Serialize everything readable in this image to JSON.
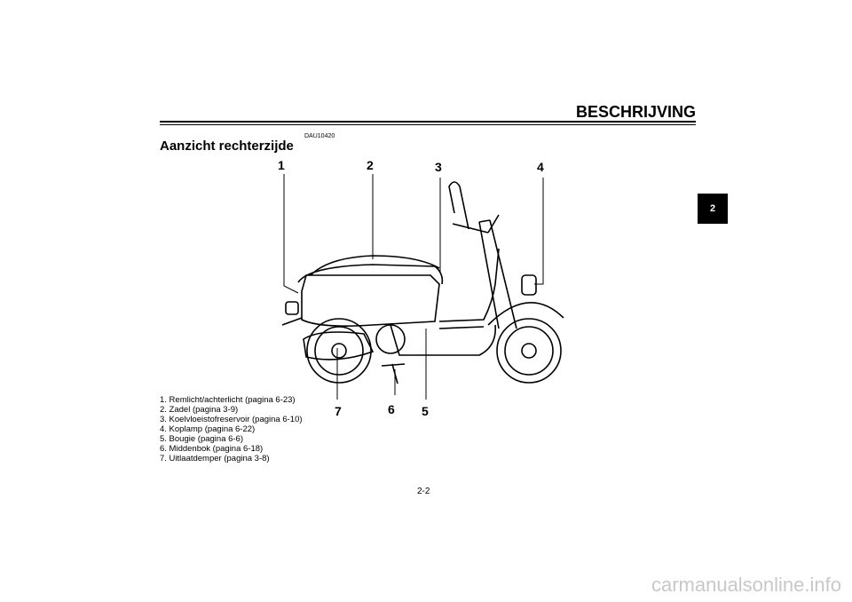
{
  "header": {
    "title": "BESCHRIJVING"
  },
  "chapter_tab": "2",
  "doc_code": "DAU10420",
  "section_title": "Aanzicht rechterzijde",
  "callouts": [
    "1",
    "2",
    "3",
    "4",
    "5",
    "6",
    "7"
  ],
  "legend": [
    "1. Remlicht/achterlicht (pagina 6-23)",
    "2. Zadel (pagina 3-9)",
    "3. Koelvloeistofreservoir (pagina 6-10)",
    "4. Koplamp (pagina 6-22)",
    "5. Bougie (pagina 6-6)",
    "6. Middenbok (pagina 6-18)",
    "7. Uitlaatdemper (pagina 3-8)"
  ],
  "page_number": "2-2",
  "footer": "carmanualsonline.info"
}
